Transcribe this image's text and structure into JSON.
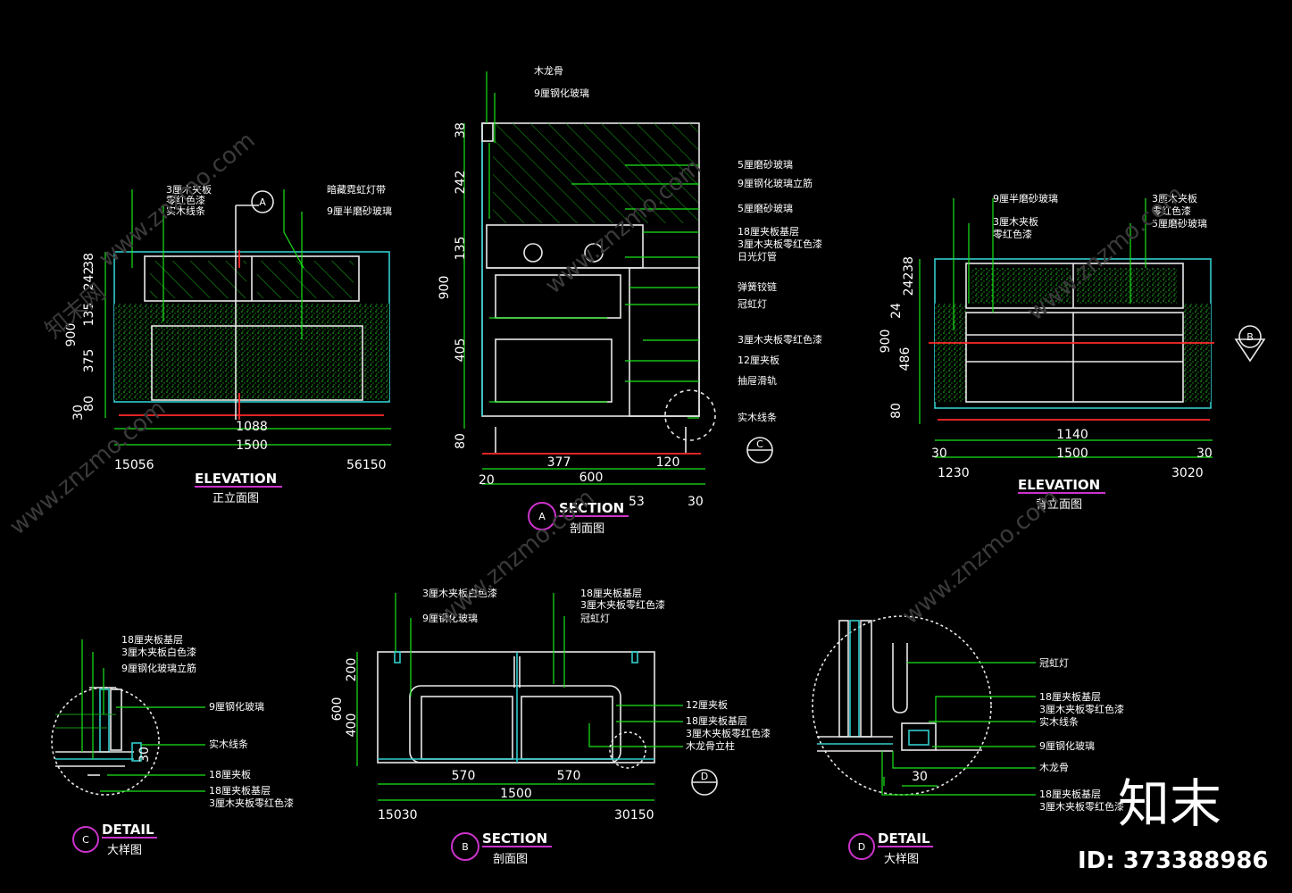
{
  "colors": {
    "background": "#000000",
    "leader": "#19e619",
    "outline": "#e8e8e8",
    "frame": "#33cccc",
    "dimension_red": "#ff2a2a",
    "tag": "#cc33cc"
  },
  "elevation_front": {
    "title": "ELEVATION",
    "subtitle": "正立面图",
    "tag": "A",
    "labels": [
      "3厘木夹板",
      "零红色漆",
      "实木线条",
      "暗藏霓虹灯带",
      "9厘半磨砂玻璃"
    ],
    "dims_v": [
      "38",
      "242",
      "135",
      "900",
      "375",
      "80",
      "30"
    ],
    "dims_h": [
      "1088",
      "1500",
      "15056",
      "56150"
    ]
  },
  "section_a": {
    "title": "SECTION",
    "subtitle": "剖面图",
    "tag": "A",
    "labels_top": [
      "木龙骨",
      "9厘钢化玻璃"
    ],
    "labels_right": [
      "5厘磨砂玻璃",
      "9厘钢化玻璃立筋",
      "5厘磨砂玻璃",
      "18厘夹板基层",
      "3厘木夹板零红色漆",
      "日光灯管",
      "弹簧铰链",
      "冠虹灯",
      "3厘木夹板零红色漆",
      "12厘夹板",
      "抽屉滑轨",
      "实木线条"
    ],
    "dims_v": [
      "38",
      "242",
      "135",
      "900",
      "405",
      "80"
    ],
    "dims_h": [
      "377",
      "120",
      "600",
      "20",
      "53",
      "30"
    ],
    "callout": "C"
  },
  "elevation_back": {
    "title": "ELEVATION",
    "subtitle": "背立面图",
    "tag": "B",
    "labels": [
      "9厘半磨砂玻璃",
      "3厘木夹板",
      "零红色漆",
      "3厘木夹板",
      "零红色漆",
      "5厘磨砂玻璃"
    ],
    "dims_v": [
      "38",
      "242",
      "24",
      "900",
      "486",
      "80"
    ],
    "dims_h": [
      "1140",
      "1500",
      "30",
      "30",
      "1230",
      "3020"
    ]
  },
  "detail_c": {
    "title": "DETAIL",
    "subtitle": "大样图",
    "tag": "C",
    "labels": [
      "18厘夹板基层",
      "3厘木夹板白色漆",
      "9厘钢化玻璃立筋",
      "9厘钢化玻璃",
      "实木线条",
      "18厘夹板",
      "18厘夹板基层",
      "3厘木夹板零红色漆"
    ],
    "dims": [
      "30"
    ]
  },
  "section_b": {
    "title": "SECTION",
    "subtitle": "剖面图",
    "tag": "B",
    "labels_top_left": [
      "3厘木夹板白色漆",
      "9厘钢化玻璃"
    ],
    "labels_top_right": [
      "18厘夹板基层",
      "3厘木夹板零红色漆",
      "冠虹灯"
    ],
    "labels_right": [
      "12厘夹板",
      "18厘夹板基层",
      "3厘木夹板零红色漆",
      "木龙骨立柱"
    ],
    "dims_v": [
      "200",
      "600",
      "400"
    ],
    "dims_h": [
      "570",
      "570",
      "1500",
      "15030",
      "30150"
    ],
    "callout": "D"
  },
  "detail_d": {
    "title": "DETAIL",
    "subtitle": "大样图",
    "tag": "D",
    "labels": [
      "冠虹灯",
      "18厘夹板基层",
      "3厘木夹板零红色漆",
      "实木线条",
      "9厘钢化玻璃",
      "木龙骨",
      "18厘夹板基层",
      "3厘木夹板零红色漆"
    ],
    "dims": [
      "30"
    ]
  },
  "watermark": {
    "site": "www.znzmo.com",
    "brand": "知末网",
    "logo": "知末",
    "id": "ID: 373388986"
  }
}
